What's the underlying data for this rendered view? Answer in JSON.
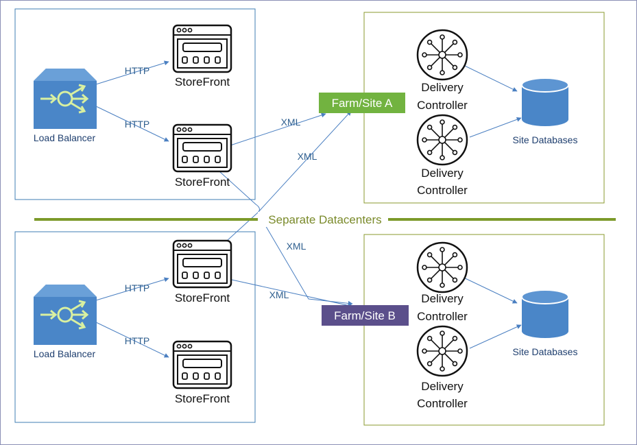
{
  "colors": {
    "accent_blue": "#4a7fc1",
    "link_text": "#2f5f8f",
    "frame": "#8a8fb5",
    "box_blue": "#3f7cb3",
    "box_olive": "#8a9a2e",
    "divider_green": "#7c9a2a",
    "farm_a": "#72b340",
    "farm_b": "#5b4f8b",
    "divider_text": "#7a8a2a"
  },
  "icons": {
    "load_balancer": "load-balancer-icon",
    "storefront": "storefront-window-icon",
    "delivery_controller": "delivery-controller-hub-icon",
    "database": "database-cylinder-icon"
  },
  "divider": {
    "label": "Separate Datacenters"
  },
  "datacenter_a": {
    "load_balancer": {
      "label": "Load Balancer"
    },
    "storefront_1": {
      "label": "StoreFront"
    },
    "storefront_2": {
      "label": "StoreFront"
    },
    "link_http_1": "HTTP",
    "link_http_2": "HTTP",
    "link_xml_local": "XML",
    "link_xml_cross": "XML",
    "farm": {
      "label": "Farm/Site A",
      "controller_1": {
        "line1": "Delivery",
        "line2": "Controller"
      },
      "controller_2": {
        "line1": "Delivery",
        "line2": "Controller"
      },
      "database": {
        "label": "Site Databases"
      }
    }
  },
  "datacenter_b": {
    "load_balancer": {
      "label": "Load Balancer"
    },
    "storefront_1": {
      "label": "StoreFront"
    },
    "storefront_2": {
      "label": "StoreFront"
    },
    "link_http_1": "HTTP",
    "link_http_2": "HTTP",
    "link_xml_local": "XML",
    "link_xml_cross": "XML",
    "farm": {
      "label": "Farm/Site B",
      "controller_1": {
        "line1": "Delivery",
        "line2": "Controller"
      },
      "controller_2": {
        "line1": "Delivery",
        "line2": "Controller"
      },
      "database": {
        "label": "Site Databases"
      }
    }
  }
}
